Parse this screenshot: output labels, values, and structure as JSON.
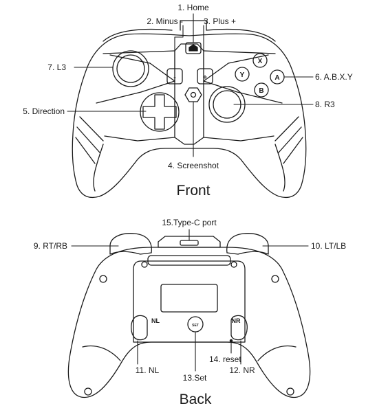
{
  "views": {
    "front": {
      "title": "Front",
      "callouts": {
        "home": "1. Home",
        "minus": "2. Minus -",
        "plus": "3. Plus +",
        "screenshot": "4. Screenshot",
        "direction": "5. Direction",
        "abxy": "6. A.B.X.Y",
        "l3": "7. L3",
        "r3": "8. R3"
      },
      "button_glyphs": {
        "x": "X",
        "y": "Y",
        "a": "A",
        "b": "B",
        "minus": "-",
        "plus": "+"
      }
    },
    "back": {
      "title": "Back",
      "callouts": {
        "rt_rb": "9. RT/RB",
        "lt_lb": "10. LT/LB",
        "nl": "11. NL",
        "nr": "12. NR",
        "set": "13.Set",
        "reset": "14. reset",
        "type_c": "15.Type-C port"
      },
      "panel_marks": {
        "nl": "NL",
        "nr": "NR",
        "set": "SET"
      }
    }
  }
}
